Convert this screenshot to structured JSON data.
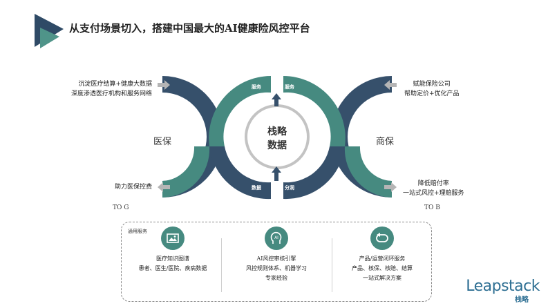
{
  "title": "从支付场景切入，搭建中国最大的AI健康险风控平台",
  "left": {
    "top_note_1": "沉淀医疗结算+健康大数据",
    "top_note_2": "深度渗透医疗机构和服务网络",
    "side_label": "医保",
    "bottom_note": "助力医保控费",
    "tag": "TO G"
  },
  "right": {
    "top_note_1": "赋能保险公司",
    "top_note_2": "帮助定价+优化产品",
    "side_label": "商保",
    "bottom_note_1": "降低赔付率",
    "bottom_note_2": "一站式风控+理赔服务",
    "tag": "TO B"
  },
  "bands": {
    "service_left": "服务",
    "service_right": "服务",
    "data_left": "数据",
    "data_right": "分润"
  },
  "core": {
    "line1": "栈略",
    "line2": "数据"
  },
  "services": {
    "header": "通用服务",
    "items": [
      {
        "icon": "image-icon",
        "lines": [
          "医疗知识图谱",
          "患者、医生/医院、疾病数据"
        ]
      },
      {
        "icon": "ai-head-icon",
        "lines": [
          "AI风控审核引擎",
          "风控规则体系、机器学习",
          "专家经验"
        ]
      },
      {
        "icon": "loop-arrow-icon",
        "lines": [
          "产品/运营闭环服务",
          "产品、核保、核赔、结算",
          "一站式解决方案"
        ]
      }
    ]
  },
  "logo": {
    "name": "Leapstack",
    "sub": "栈略"
  },
  "colors": {
    "dark_navy": "#36506b",
    "teal": "#468a80",
    "ring_gray": "#c3c3c3",
    "arrow_gray": "#b5b5b5"
  }
}
